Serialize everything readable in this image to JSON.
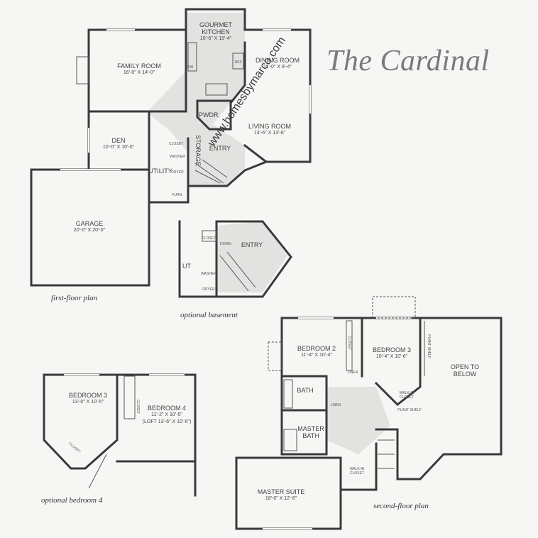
{
  "title": "The Cardinal",
  "watermark": "www.homesbymarco.com",
  "captions": {
    "first_floor": "first-floor plan",
    "basement": "optional basement",
    "bedroom4": "optional bedroom 4",
    "second_floor": "second-floor plan"
  },
  "rooms": {
    "gourmet_kitchen": {
      "name": "GOURMET\nKITCHEN",
      "size": "10'-6\" X 15'-4\""
    },
    "family_room": {
      "name": "FAMILY ROOM",
      "size": "16'-0\" X 14'-0\""
    },
    "dining_room": {
      "name": "DINING ROOM",
      "size": "11'-0\" X 9'-4\""
    },
    "living_room": {
      "name": "LIVING ROOM",
      "size": "13'-6\" X 13'-6\""
    },
    "den": {
      "name": "DEN",
      "size": "10'-0\" X 10'-0\""
    },
    "garage": {
      "name": "GARAGE",
      "size": "20'-0\" X 20'-0\""
    },
    "pwdr": {
      "name": "PWDR."
    },
    "entry": {
      "name": "ENTRY"
    },
    "utility": {
      "name": "UTILITY"
    },
    "storage": {
      "name": "STORAGE"
    },
    "closet": {
      "name": "CLOSET"
    },
    "dw": {
      "name": "DW"
    },
    "ref": {
      "name": "REF."
    },
    "washer": {
      "name": "WASHER"
    },
    "dryer": {
      "name": "DRYER"
    },
    "furn": {
      "name": "FURN."
    },
    "basement_entry": {
      "name": "ENTRY"
    },
    "basement_down": {
      "name": "DOWN"
    },
    "basement_closet": {
      "name": "CLOSET"
    },
    "basement_ut": {
      "name": "UT"
    },
    "basement_washer": {
      "name": "WASHER"
    },
    "basement_dryer": {
      "name": "DRYER"
    },
    "opt_bedroom3": {
      "name": "BEDROOM 3",
      "size": "13'-0\" X 10'-5\""
    },
    "opt_bedroom4": {
      "name": "BEDROOM 4",
      "size": "11'-2\" X 10'-5\"",
      "note": "(LOFT 13'-6\" X 10'-5\")"
    },
    "opt_closet": {
      "name": "CLOSET"
    },
    "opt_closet2": {
      "name": "CLOSET"
    },
    "bedroom2": {
      "name": "BEDROOM 2",
      "size": "11'-4\" X 10'-4\""
    },
    "bedroom3": {
      "name": "BEDROOM 3",
      "size": "10'-4\" X 10'-6\""
    },
    "open_to_below": {
      "name": "OPEN TO\nBELOW"
    },
    "plant_shelf_vert": {
      "name": "PLANT SHELF"
    },
    "plant_shelf": {
      "name": "PLANT SHELF"
    },
    "walk_in_closet_b3": {
      "name": "WALK-IN\nCLOSET"
    },
    "bath": {
      "name": "BATH"
    },
    "linen1": {
      "name": "LINEN"
    },
    "linen2": {
      "name": "LINEN"
    },
    "closet_b2": {
      "name": "CLOSET"
    },
    "master_bath": {
      "name": "MASTER\nBATH"
    },
    "walk_in_closet_master": {
      "name": "WALK-IN\nCLOSET"
    },
    "master_suite": {
      "name": "MASTER SUITE",
      "size": "18'-0\" X 12'-6\""
    }
  }
}
